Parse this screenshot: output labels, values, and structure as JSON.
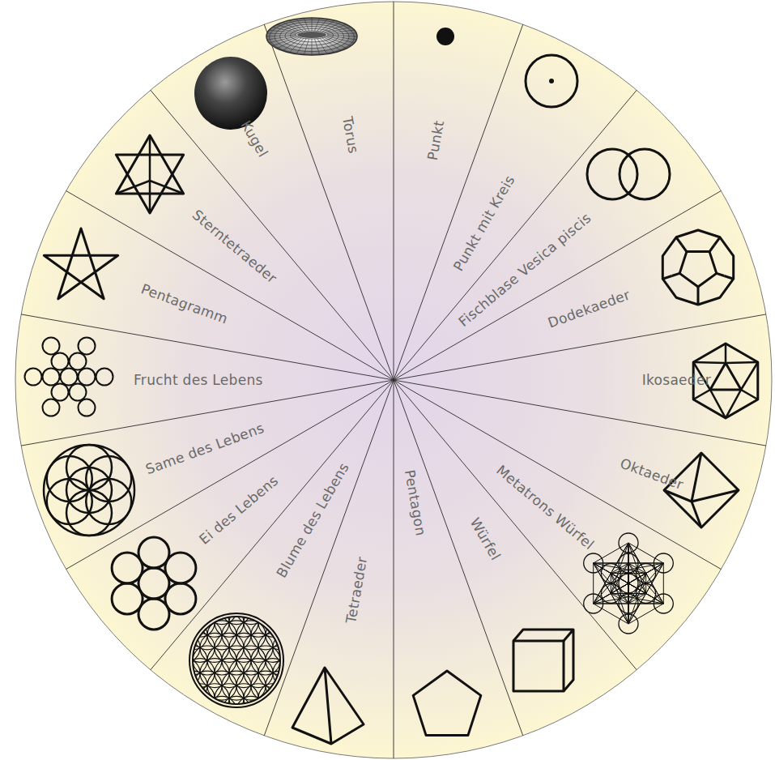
{
  "diagram": {
    "labels": [
      "Punkt",
      "Punkt mit Kreis",
      "Fischblase Vesica piscis",
      "Dodekaeder",
      "Ikosaeder",
      "Oktaeder",
      "Metatrons Würfel",
      "Würfel",
      "Pentagon",
      "Tetraeder",
      "Blume des Lebens",
      "Ei des Lebens",
      "Same des Lebens",
      "Frucht des Lebens",
      "Pentagramm",
      "Sterntetraeder",
      "Kugel",
      "Torus"
    ]
  }
}
